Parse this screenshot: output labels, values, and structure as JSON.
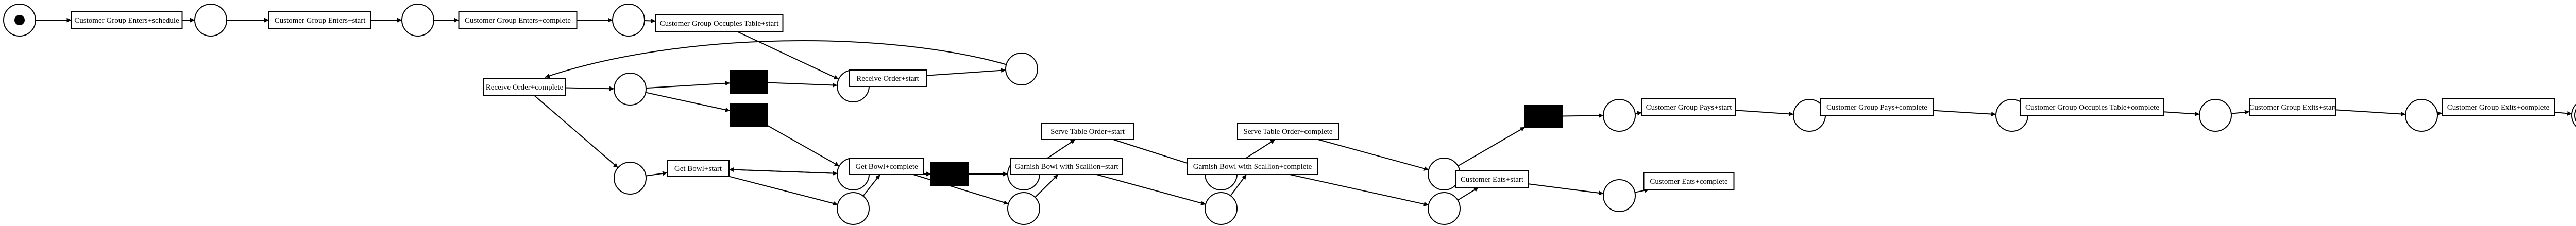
{
  "colors": {
    "stroke": "#000000",
    "fill": "#ffffff",
    "silent_fill": "#000000",
    "background": "#ffffff"
  },
  "diagram": {
    "transitions": [
      {
        "id": "t_ce_schedule",
        "label": "Customer Group Enters+schedule"
      },
      {
        "id": "t_ce_start",
        "label": "Customer Group Enters+start"
      },
      {
        "id": "t_ce_complete",
        "label": "Customer Group Enters+complete"
      },
      {
        "id": "t_occ_start",
        "label": "Customer Group Occupies Table+start"
      },
      {
        "id": "t_ro_complete",
        "label": "Receive Order+complete"
      },
      {
        "id": "t_ro_start",
        "label": "Receive Order+start"
      },
      {
        "id": "t_gb_start",
        "label": "Get Bowl+start"
      },
      {
        "id": "t_gb_complete",
        "label": "Get Bowl+complete"
      },
      {
        "id": "t_garn_start",
        "label": "Garnish Bowl with Scallion+start"
      },
      {
        "id": "t_garn_complete",
        "label": "Garnish Bowl with Scallion+complete"
      },
      {
        "id": "t_st_start",
        "label": "Serve Table Order+start"
      },
      {
        "id": "t_st_complete",
        "label": "Serve Table Order+complete"
      },
      {
        "id": "t_eats_start",
        "label": "Customer Eats+start"
      },
      {
        "id": "t_eats_complete",
        "label": "Customer Eats+complete"
      },
      {
        "id": "t_pays_start",
        "label": "Customer Group Pays+start"
      },
      {
        "id": "t_pays_complete",
        "label": "Customer Group Pays+complete"
      },
      {
        "id": "t_occ_complete",
        "label": "Customer Group Occupies Table+complete"
      },
      {
        "id": "t_exit_start",
        "label": "Customer Group Exits+start"
      },
      {
        "id": "t_exit_complete",
        "label": "Customer Group Exits+complete"
      }
    ],
    "silent_transitions": [
      "tau_1",
      "tau_2",
      "tau_3",
      "tau_4"
    ],
    "places": [
      "source",
      "p1",
      "p2",
      "p3",
      "p4",
      "p5",
      "p6",
      "p7",
      "p8",
      "p9",
      "p10",
      "p11",
      "p12",
      "p13",
      "p14",
      "p15",
      "p16",
      "p17",
      "p18",
      "p19",
      "p20",
      "sink"
    ],
    "arcs": [
      [
        "source",
        "t_ce_schedule"
      ],
      [
        "t_ce_schedule",
        "p1"
      ],
      [
        "p1",
        "t_ce_start"
      ],
      [
        "t_ce_start",
        "p2"
      ],
      [
        "p2",
        "t_ce_complete"
      ],
      [
        "t_ce_complete",
        "p3"
      ],
      [
        "p3",
        "t_occ_start"
      ],
      [
        "t_occ_start",
        "p5"
      ],
      [
        "p5",
        "t_ro_start"
      ],
      [
        "t_ro_start",
        "p20"
      ],
      [
        "p20",
        "t_ro_complete"
      ],
      [
        "t_ro_complete",
        "p4"
      ],
      [
        "t_ro_complete",
        "p6"
      ],
      [
        "p4",
        "tau_1"
      ],
      [
        "p4",
        "tau_2"
      ],
      [
        "tau_1",
        "p5"
      ],
      [
        "tau_2",
        "p7"
      ],
      [
        "p6",
        "t_gb_start"
      ],
      [
        "t_gb_start",
        "p7"
      ],
      [
        "p7",
        "t_gb_start"
      ],
      [
        "t_gb_start",
        "p8"
      ],
      [
        "p7",
        "tau_3"
      ],
      [
        "tau_3",
        "p9"
      ],
      [
        "p9",
        "t_st_start"
      ],
      [
        "t_st_start",
        "p10"
      ],
      [
        "p10",
        "t_st_complete"
      ],
      [
        "t_st_complete",
        "p12"
      ],
      [
        "p8",
        "t_gb_complete"
      ],
      [
        "t_gb_complete",
        "p11"
      ],
      [
        "p11",
        "t_garn_start"
      ],
      [
        "t_garn_start",
        "p13"
      ],
      [
        "p13",
        "t_garn_complete"
      ],
      [
        "t_garn_complete",
        "p14"
      ],
      [
        "p12",
        "tau_4"
      ],
      [
        "p12",
        "t_eats_start"
      ],
      [
        "p14",
        "t_eats_start"
      ],
      [
        "t_eats_start",
        "p12"
      ],
      [
        "t_eats_start",
        "p16"
      ],
      [
        "p16",
        "t_eats_complete"
      ],
      [
        "tau_4",
        "p15"
      ],
      [
        "p15",
        "t_pays_start"
      ],
      [
        "t_pays_start",
        "p17"
      ],
      [
        "p17",
        "t_pays_complete"
      ],
      [
        "t_pays_complete",
        "p18"
      ],
      [
        "p18",
        "t_occ_complete"
      ],
      [
        "t_occ_complete",
        "p19"
      ],
      [
        "p19",
        "t_exit_start"
      ],
      [
        "t_exit_start",
        "p21"
      ],
      [
        "p21",
        "t_exit_complete"
      ],
      [
        "t_exit_complete",
        "sink"
      ]
    ]
  }
}
